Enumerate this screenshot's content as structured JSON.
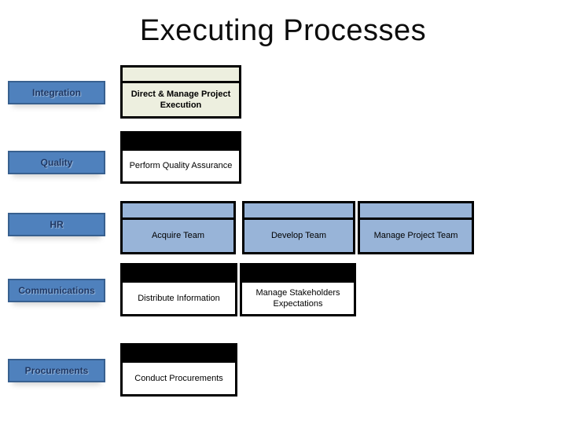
{
  "slide": {
    "title": "Executing Processes"
  },
  "colors": {
    "background": "#FFFFFF",
    "title_text": "#0D0D0D",
    "category_fill": "#4F81BD",
    "category_border": "#38608F",
    "category_text": "#1F3864",
    "box_border": "#000000",
    "cream_fill": "#EDEFDF",
    "blue_fill": "#98B4D8",
    "white_fill": "#FFFFFF",
    "band_black": "#000000",
    "box_text": "#000000"
  },
  "rows": [
    {
      "label": "Integration",
      "boxes": [
        {
          "text": "Direct & Manage Project Execution",
          "style": "cream"
        }
      ]
    },
    {
      "label": "Quality",
      "boxes": [
        {
          "text": "Perform Quality Assurance",
          "style": "white"
        }
      ]
    },
    {
      "label": "HR",
      "boxes": [
        {
          "text": "Acquire Team",
          "style": "blue"
        },
        {
          "text": "Develop Team",
          "style": "blue"
        },
        {
          "text": "Manage Project Team",
          "style": "blue"
        }
      ]
    },
    {
      "label": "Communications",
      "boxes": [
        {
          "text": "Distribute Information",
          "style": "white"
        },
        {
          "text": "Manage Stakeholders Expectations",
          "style": "white"
        }
      ]
    },
    {
      "label": "Procurements",
      "boxes": [
        {
          "text": "Conduct Procurements",
          "style": "white"
        }
      ]
    }
  ]
}
